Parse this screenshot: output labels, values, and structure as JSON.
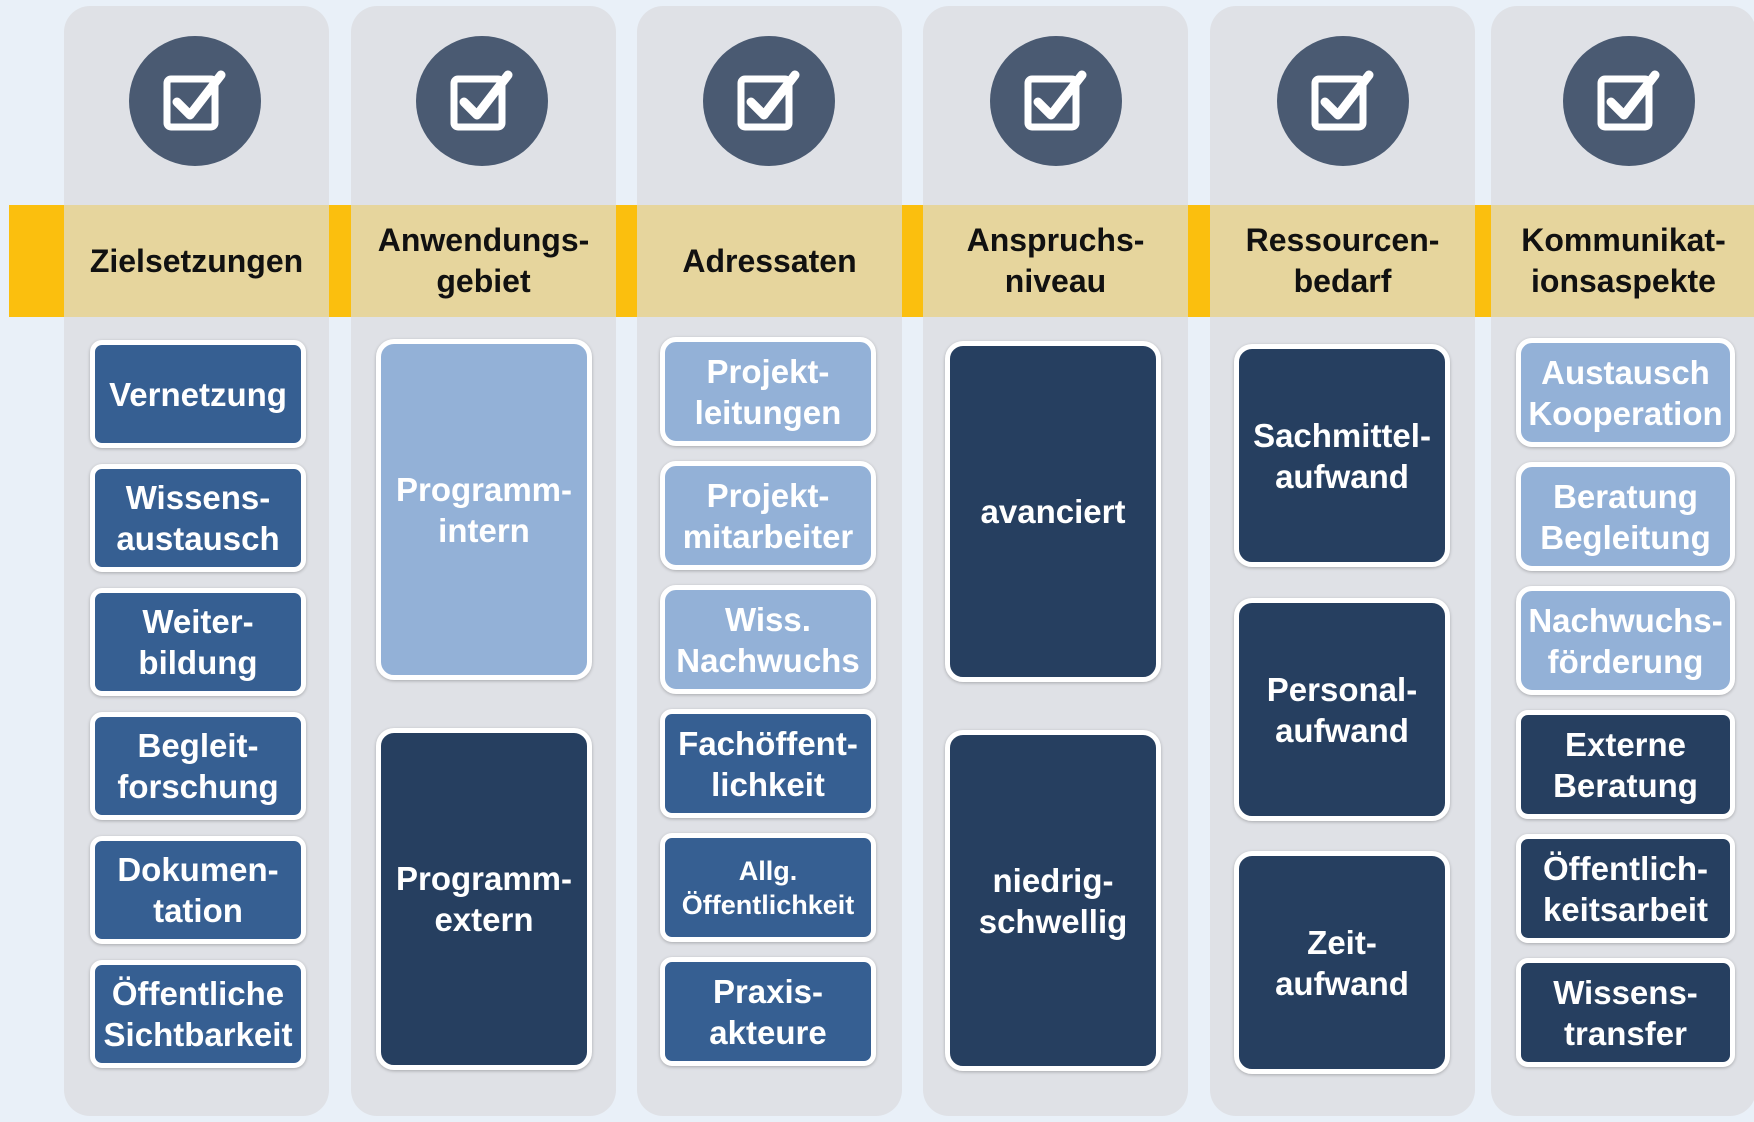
{
  "colors": {
    "light_box": "#93b1d7",
    "mid_box": "#365f92",
    "dark_box": "#263f60",
    "header_bg": "#e6d59d",
    "accent_band": "#fbbf0e",
    "icon_circle": "#4a5a72",
    "column_bg": "#dfe1e6",
    "page_bg": "#e9f0f8"
  },
  "columns": [
    {
      "icon": "checkbox-icon",
      "header": "Zielsetzungen",
      "items": [
        "Vernetzung",
        "Wissens-\naustausch",
        "Weiter-\nbildung",
        "Begleit-\nforschung",
        "Dokumen-\ntation",
        "Öffentliche\nSichtbarkeit"
      ]
    },
    {
      "icon": "checkbox-icon",
      "header": "Anwendungs-\ngebiet",
      "items": [
        "Programm-\nintern",
        "Programm-\nextern"
      ]
    },
    {
      "icon": "checkbox-icon",
      "header": "Adressaten",
      "items": [
        "Projekt-\nleitungen",
        "Projekt-\nmitarbeiter",
        "Wiss.\nNachwuchs",
        "Fachöffent-\nlichkeit",
        "Allg.\nÖffentlichkeit",
        "Praxis-\nakteure"
      ]
    },
    {
      "icon": "checkbox-icon",
      "header": "Anspruchs-\nniveau",
      "items": [
        "avanciert",
        "niedrig-\nschwellig"
      ]
    },
    {
      "icon": "checkbox-icon",
      "header": "Ressourcen-\nbedarf",
      "items": [
        "Sachmittel-\naufwand",
        "Personal-\naufwand",
        "Zeit-\naufwand"
      ]
    },
    {
      "icon": "checkbox-icon",
      "header": "Kommunikat-\nionsaspekte",
      "items": [
        "Austausch\nKooperation",
        "Beratung\nBegleitung",
        "Nachwuchs-\nförderung",
        "Externe\nBeratung",
        "Öffentlich-\nkeitsarbeit",
        "Wissens-\ntransfer"
      ]
    }
  ]
}
